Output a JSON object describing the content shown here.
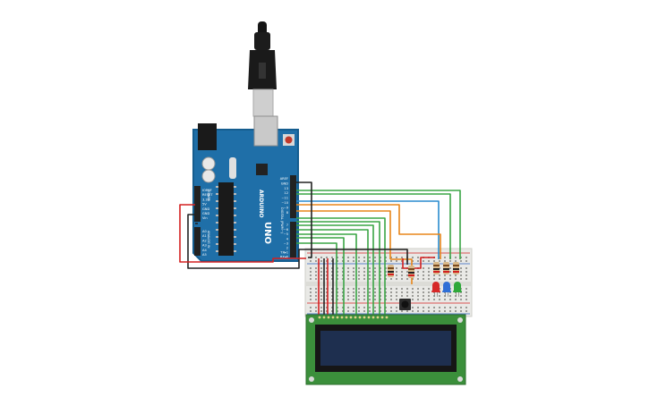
{
  "arduino": {
    "logo": "ARDUINO",
    "model": "UNO",
    "power_labels": [
      "IOREF",
      "RESET",
      "3.3V",
      "5V",
      "GND",
      "GND",
      "Vin"
    ],
    "analog_labels": [
      "A0",
      "A1",
      "A2",
      "A3",
      "A4",
      "A5"
    ],
    "digital_labels_top": [
      "AREF",
      "GND",
      "13",
      "12",
      "~11",
      "~10",
      "~9",
      "8"
    ],
    "digital_labels_bottom": [
      "7",
      "~6",
      "~5",
      "4",
      "~3",
      "2",
      "TX▸1",
      "RX◂0"
    ],
    "section_power": "POWER",
    "section_analog": "ANALOG IN",
    "section_digital": "DIGITAL (PWM~)"
  },
  "colors": {
    "board": "#1f6fa8",
    "board_edge": "#155d8f",
    "wire_red": "#d32020",
    "wire_black": "#222222",
    "wire_green": "#3aa545",
    "wire_orange": "#e8861a",
    "wire_blue": "#2a8ccf",
    "breadboard": "#e9e9e6",
    "lcd_pcb": "#3b8f3b",
    "lcd_screen": "#1e2f4f",
    "led_red": "#d62828",
    "led_blue": "#2f6fd6",
    "led_green": "#2fa83a"
  },
  "leds": [
    {
      "name": "led-red",
      "color": "#d62828"
    },
    {
      "name": "led-blue",
      "color": "#2f6fd6"
    },
    {
      "name": "led-green",
      "color": "#2fa83a"
    }
  ]
}
